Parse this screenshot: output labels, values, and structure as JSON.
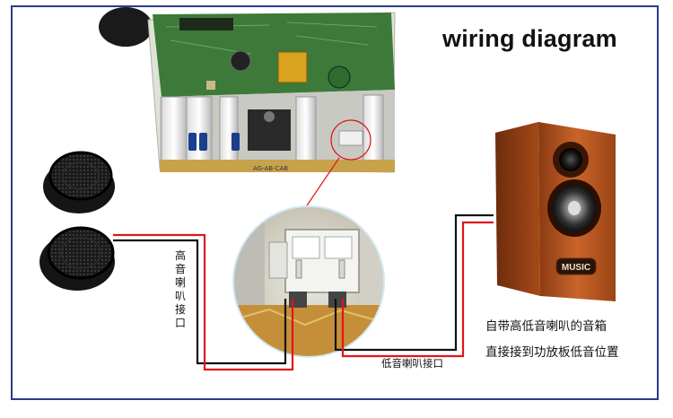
{
  "title": "wiring diagram",
  "tweeter_label": [
    "高",
    "音",
    "喇",
    "叭",
    "接",
    "口"
  ],
  "woofer_label": "低音喇叭接口",
  "speaker_caption": [
    "自带高低音喇叭的音箱",
    "直接接到功放板低音位置"
  ],
  "speaker_badge": "MUSIC",
  "board_marking": "AG-AB-CAB",
  "colors": {
    "wire_red": "#e0141c",
    "wire_black": "#111111",
    "frame": "#2a3a8c",
    "speaker_wood": "#b8541e"
  }
}
